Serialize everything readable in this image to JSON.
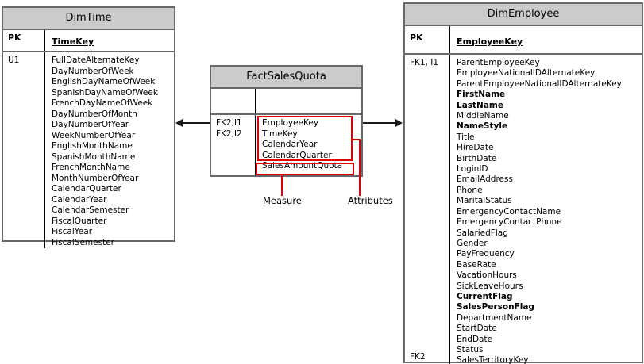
{
  "diagram": {
    "tables": {
      "dim_time": {
        "title": "DimTime",
        "pk_label": "PK",
        "pk_field": "TimeKey",
        "key_top": "U1",
        "rows": [
          "FullDateAlternateKey",
          "DayNumberOfWeek",
          "EnglishDayNameOfWeek",
          "SpanishDayNameOfWeek",
          "FrenchDayNameOfWeek",
          "DayNumberOfMonth",
          "DayNumberOfYear",
          "WeekNumberOfYear",
          "EnglishMonthName",
          "SpanishMonthName",
          "FrenchMonthName",
          "MonthNumberOfYear",
          "CalendarQuarter",
          "CalendarYear",
          "CalendarSemester",
          "FiscalQuarter",
          "FiscalYear",
          "FiscalSemester"
        ]
      },
      "fact_sales_quota": {
        "title": "FactSalesQuota",
        "key_rows": [
          "FK2,I1",
          "FK2,I2"
        ],
        "rows": [
          "EmployeeKey",
          "TimeKey",
          "CalendarYear",
          "CalendarQuarter",
          "SalesAmountQuota"
        ]
      },
      "dim_employee": {
        "title": "DimEmployee",
        "pk_label": "PK",
        "pk_field": "EmployeeKey",
        "key_top": "FK1, I1",
        "key_bottom": "FK2",
        "rows": [
          "ParentEmployeeKey",
          "EmployeeNationalIDAlternateKey",
          "ParentEmployeeNationalIDAlternateKey",
          {
            "text": "FirstName",
            "bold": true
          },
          {
            "text": "LastName",
            "bold": true
          },
          "MiddleName",
          {
            "text": "NameStyle",
            "bold": true
          },
          "Title",
          "HireDate",
          "BirthDate",
          "LoginID",
          "EmailAddress",
          "Phone",
          "MaritalStatus",
          "EmergencyContactName",
          "EmergencyContactPhone",
          "SalariedFlag",
          "Gender",
          "PayFrequency",
          "BaseRate",
          "VacationHours",
          "SickLeaveHours",
          {
            "text": "CurrentFlag",
            "bold": true
          },
          {
            "text": "SalesPersonFlag",
            "bold": true
          },
          "DepartmentName",
          "StartDate",
          "EndDate",
          "Status",
          "SalesTerritoryKey"
        ]
      }
    },
    "callouts": {
      "measure_label": "Measure",
      "attributes_label": "Attributes"
    },
    "colors": {
      "header_fill": "#cbcbcb",
      "table_border": "#696969",
      "divider": "#000000",
      "callout_red": "#e00000",
      "arrow_black": "#1a1a1a"
    }
  }
}
